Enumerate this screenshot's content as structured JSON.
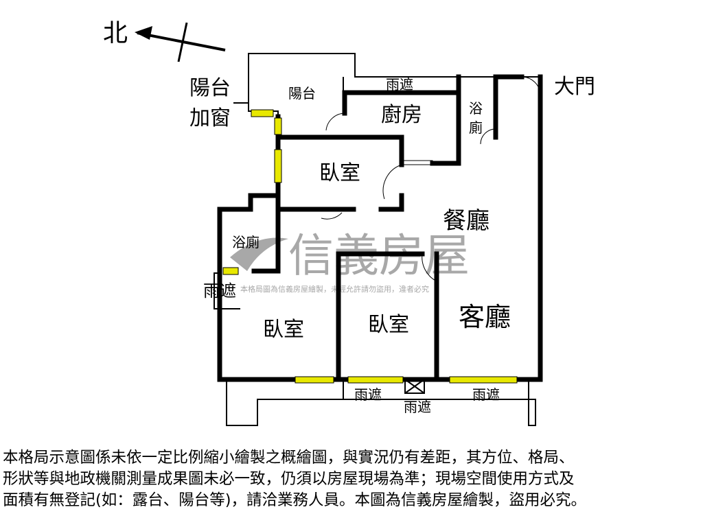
{
  "compass": {
    "north_label": "北"
  },
  "labels": {
    "balcony_window": [
      "陽台",
      "加窗"
    ],
    "balcony": "陽台",
    "canopy_top": "雨遮",
    "kitchen": "廚房",
    "bath_top": [
      "浴",
      "廁"
    ],
    "main_door": "大門",
    "bedroom_top": "臥室",
    "dining": "餐廳",
    "bath_left": "浴廁",
    "canopy_left": "雨遮",
    "bedroom_left": "臥室",
    "bedroom_mid": "臥室",
    "living": "客廳",
    "canopy_bottom_1": "雨遮",
    "canopy_bottom_2": "雨遮",
    "canopy_bottom_3": "雨遮"
  },
  "watermark": {
    "brand": "信義房屋",
    "notice": "本格局圖為信義房屋繪製，未經允許請勿盜用，違者必究"
  },
  "disclaimer": [
    "本格局示意圖係未依一定比例縮小繪製之概繪圖，與實況仍有差距，其方位、格局、",
    "形狀等與地政機關測量成果圖未必一致，仍須以房屋現場為準；現場空間使用方式及",
    "面積有無登記(如：露台、陽台等)，請洽業務人員。本圖為信義房屋繪製，盜用必究。"
  ],
  "colors": {
    "wall": "#000000",
    "window": "#e8e800",
    "watermark": "#a0a0a0"
  }
}
